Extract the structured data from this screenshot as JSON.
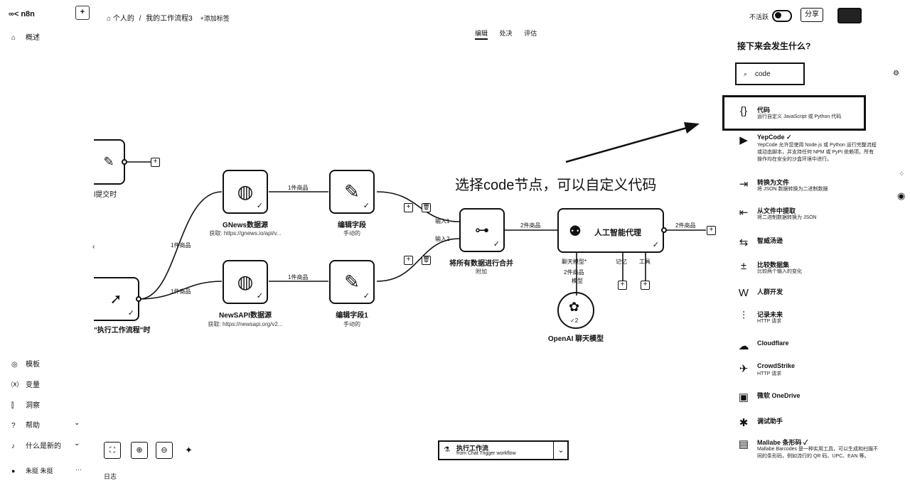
{
  "topbar": {
    "logo": "n8n",
    "breadcrumb_personal": "个人的",
    "breadcrumb_sep": "/",
    "breadcrumb_workflow": "我的工作流程3",
    "add_tag": "+添加标签",
    "inactive_label": "不活跃",
    "share_label": "分享"
  },
  "tabs": {
    "edit": "编辑",
    "executions": "处决",
    "evaluations": "评估"
  },
  "sidebar": {
    "overview": "概述",
    "templates": "模板",
    "variables": "变量",
    "insights": "洞察",
    "help": "帮助",
    "whats_new": "什么是新的",
    "user": "朱挺 朱挺"
  },
  "canvas": {
    "trigger_top_label": "l提交时",
    "trigger_main_label": "\"执行工作流程\"时",
    "gnews": {
      "title": "GNews数据源",
      "sub": "获取: https://gnews.io/api/v..."
    },
    "newsapi": {
      "title": "NewSAPI数据源",
      "sub": "获取: https://newsapi.org/v2..."
    },
    "edit1": {
      "title": "编辑字段",
      "sub": "手动的"
    },
    "edit2": {
      "title": "编辑字段1",
      "sub": "手动的"
    },
    "merge": {
      "title": "将所有数据进行合并",
      "sub": "附加",
      "input1": "输入1",
      "input2": "输入2"
    },
    "agent": {
      "title": "人工智能代理",
      "model_port": "聊天模型*",
      "memory_port": "记忆",
      "tool_port": "工具"
    },
    "openai": {
      "title": "OpenAI 聊天模型",
      "badge": "✓2"
    },
    "edge_items": "1件商品",
    "edge_items2": "2件商品",
    "model_items": "2件商品",
    "model_items_sub": "模型"
  },
  "annotation": "选择code节点，可以自定义代码",
  "panel": {
    "title": "接下来会发生什么?",
    "search_value": "code",
    "results": [
      {
        "icon": "{}",
        "title": "代码",
        "desc": "运行自定义 JavaScript 或 Python 代码"
      },
      {
        "icon": "▶",
        "title": "YepCode ✓",
        "desc": "YepCode 允许您使用 Node.js 或 Python 运行完整流程或动态脚本，并支持任何 NPM 或 PyPI 依赖项。所有操作均在安全的沙盒环境中进行。"
      },
      {
        "icon": "⇥",
        "title": "转换为文件",
        "desc": "将 JSON 数据转换为二进制数据"
      },
      {
        "icon": "⇤",
        "title": "从文件中提取",
        "desc": "将二进制数据转换为 JSON"
      },
      {
        "icon": "⇆",
        "title": "智威汤逊",
        "desc": ""
      },
      {
        "icon": "±",
        "title": "比较数据集",
        "desc": "比较两个输入的变化"
      },
      {
        "icon": "W",
        "title": "人群开发",
        "desc": ""
      },
      {
        "icon": "⫶",
        "title": "记录未来",
        "desc": "HTTP 请求"
      },
      {
        "icon": "☁",
        "title": "Cloudflare",
        "desc": ""
      },
      {
        "icon": "✈",
        "title": "CrowdStrike",
        "desc": "HTTP 请求"
      },
      {
        "icon": "▣",
        "title": "微软 OneDrive",
        "desc": ""
      },
      {
        "icon": "✱",
        "title": "调试助手",
        "desc": ""
      },
      {
        "icon": "▤",
        "title": "Mallabe 条形码 ✓",
        "desc": "Mallabe Barcodes 是一种实用工具，可以生成和扫描不同的条形码，例如流行的 QR 码、UPC、EAN 等。"
      }
    ]
  },
  "bottom": {
    "execute_label": "执行工作流",
    "execute_sub": "from Chat Trigger workflow",
    "log_label": "日志"
  }
}
